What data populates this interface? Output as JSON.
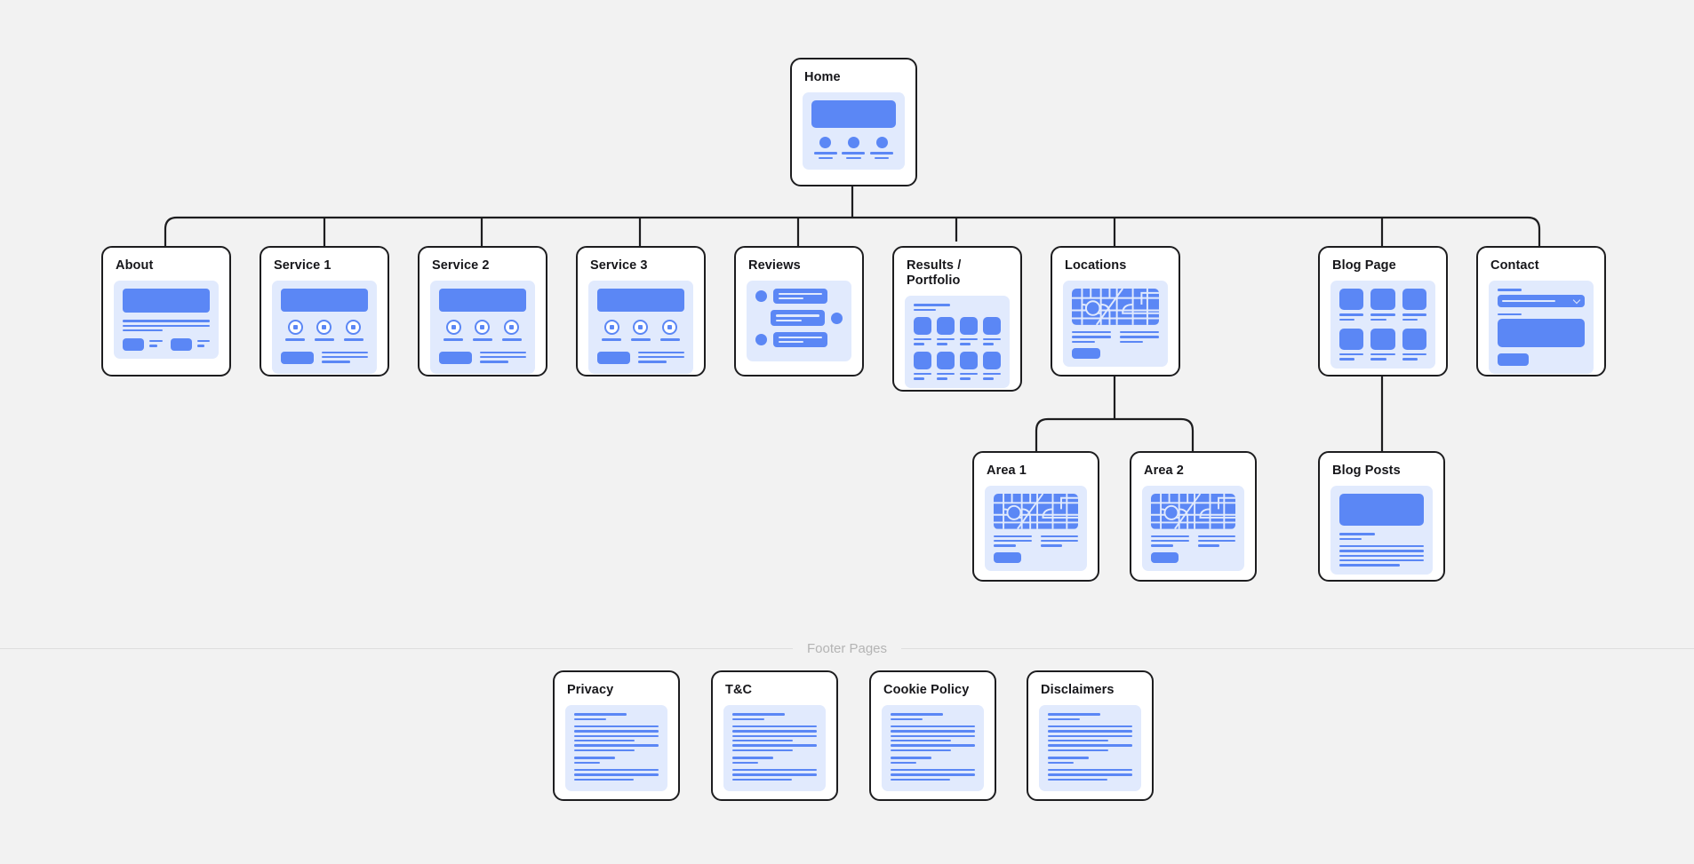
{
  "canvas": {
    "background": "#f2f2f2",
    "card_bg": "#ffffff",
    "card_border": "#1d1d1f",
    "wireframe_bg": "#e1eafd",
    "accent": "#5b87f5",
    "connector": "#1d1d1f",
    "divider": "#dddddd",
    "divider_label_color": "#b4b4b4"
  },
  "diagram": {
    "type": "sitemap",
    "root": "Home",
    "levels": [
      [
        "Home"
      ],
      [
        "About",
        "Service 1",
        "Service 2",
        "Service 3",
        "Reviews",
        "Results / Portfolio",
        "Locations",
        "Blog Page",
        "Contact"
      ],
      [
        "Area 1",
        "Area 2",
        "Blog Posts"
      ],
      [
        "Privacy",
        "T&C",
        "Cookie Policy",
        "Disclaimers"
      ]
    ],
    "edges": [
      {
        "from": "Home",
        "to": "About"
      },
      {
        "from": "Home",
        "to": "Service 1"
      },
      {
        "from": "Home",
        "to": "Service 2"
      },
      {
        "from": "Home",
        "to": "Service 3"
      },
      {
        "from": "Home",
        "to": "Reviews"
      },
      {
        "from": "Home",
        "to": "Results / Portfolio"
      },
      {
        "from": "Home",
        "to": "Locations"
      },
      {
        "from": "Home",
        "to": "Blog Page"
      },
      {
        "from": "Home",
        "to": "Contact"
      },
      {
        "from": "Locations",
        "to": "Area 1"
      },
      {
        "from": "Locations",
        "to": "Area 2"
      },
      {
        "from": "Blog Page",
        "to": "Blog Posts"
      }
    ]
  },
  "nodes": {
    "home": {
      "title": "Home",
      "wireframe": "hero-with-three-features"
    },
    "about": {
      "title": "About",
      "wireframe": "hero-text-two-cards"
    },
    "service1": {
      "title": "Service 1",
      "wireframe": "hero-three-icons-cta"
    },
    "service2": {
      "title": "Service 2",
      "wireframe": "hero-three-icons-cta"
    },
    "service3": {
      "title": "Service 3",
      "wireframe": "hero-three-icons-cta"
    },
    "reviews": {
      "title": "Reviews",
      "wireframe": "chat-bubbles"
    },
    "results": {
      "title": "Results / Portfolio",
      "title_line1": "Results /",
      "title_line2": "Portfolio",
      "wireframe": "eight-tile-gallery"
    },
    "locations": {
      "title": "Locations",
      "wireframe": "map-with-text"
    },
    "blogpage": {
      "title": "Blog Page",
      "wireframe": "six-card-grid"
    },
    "contact": {
      "title": "Contact",
      "wireframe": "contact-form"
    },
    "area1": {
      "title": "Area 1",
      "wireframe": "map-with-text"
    },
    "area2": {
      "title": "Area 2",
      "wireframe": "map-with-text"
    },
    "blogposts": {
      "title": "Blog Posts",
      "wireframe": "article-hero-text"
    },
    "privacy": {
      "title": "Privacy",
      "wireframe": "long-text-document"
    },
    "tc": {
      "title": "T&C",
      "wireframe": "long-text-document"
    },
    "cookie": {
      "title": "Cookie Policy",
      "wireframe": "long-text-document"
    },
    "disclaimers": {
      "title": "Disclaimers",
      "wireframe": "long-text-document"
    }
  },
  "footer_section": {
    "label": "Footer Pages"
  }
}
